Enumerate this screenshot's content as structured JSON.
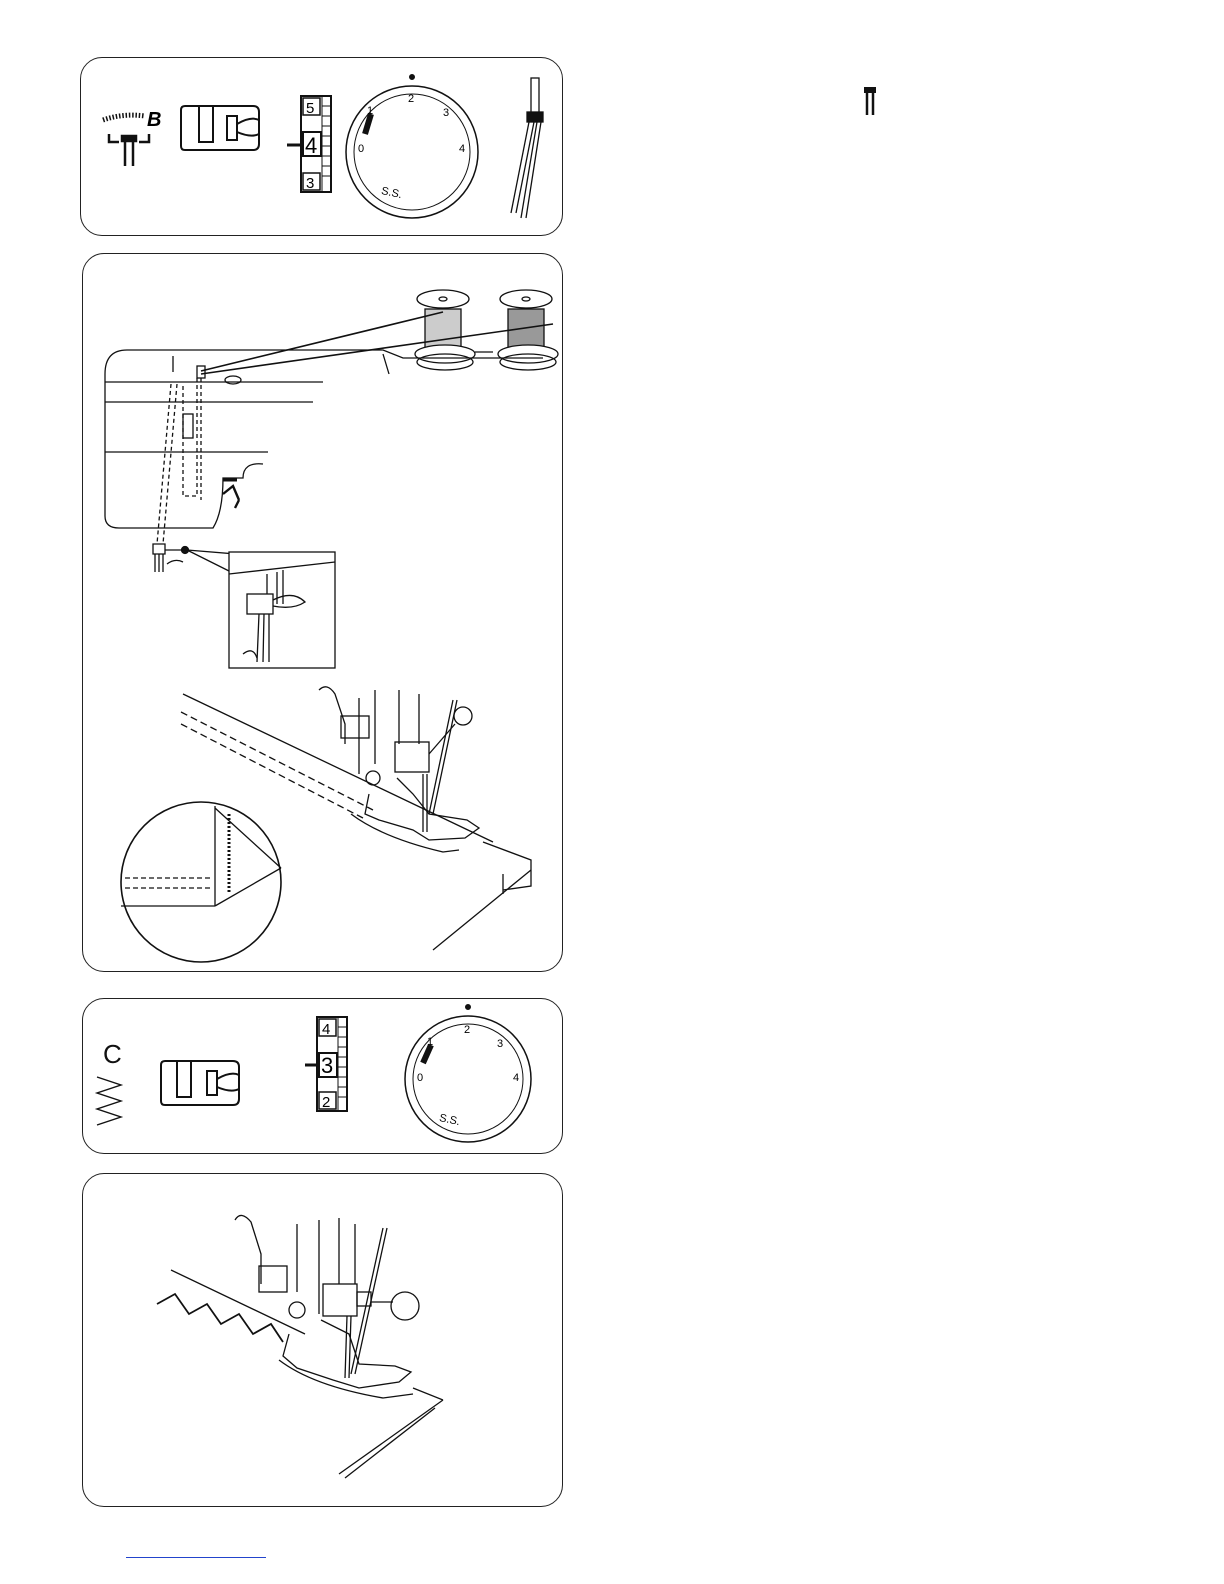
{
  "panel1": {
    "tension_letter": "B",
    "stitch_length_scale": [
      "5",
      "4",
      "3"
    ],
    "stitch_length_selected": "4",
    "width_dial_numbers": [
      "0",
      "1",
      "2",
      "3",
      "4"
    ],
    "width_dial_ss": "S.S."
  },
  "panel3": {
    "mode_letter": "C",
    "stitch_length_scale": [
      "4",
      "3",
      "2"
    ],
    "stitch_length_selected": "3",
    "width_dial_numbers": [
      "0",
      "1",
      "2",
      "3",
      "4"
    ],
    "width_dial_ss": "S.S."
  },
  "icons": {
    "panel1": [
      "tension-dial-icon",
      "twin-needle-symbol-icon",
      "presser-foot-icon",
      "stitch-length-scale-icon",
      "stitch-width-dial-icon",
      "twin-needle-icon"
    ],
    "panel2": [
      "spool-icon",
      "machine-head-icon",
      "needle-threading-detail-icon",
      "presser-foot-sewing-icon",
      "twin-stitch-corner-detail-icon"
    ],
    "panel3": [
      "zigzag-pattern-icon",
      "presser-foot-icon",
      "stitch-length-scale-icon",
      "stitch-width-dial-icon"
    ],
    "panel4": [
      "presser-foot-sewing-icon",
      "zigzag-seam-icon"
    ]
  },
  "colors": {
    "line": "#222222",
    "footer_rule": "#2244cc"
  }
}
